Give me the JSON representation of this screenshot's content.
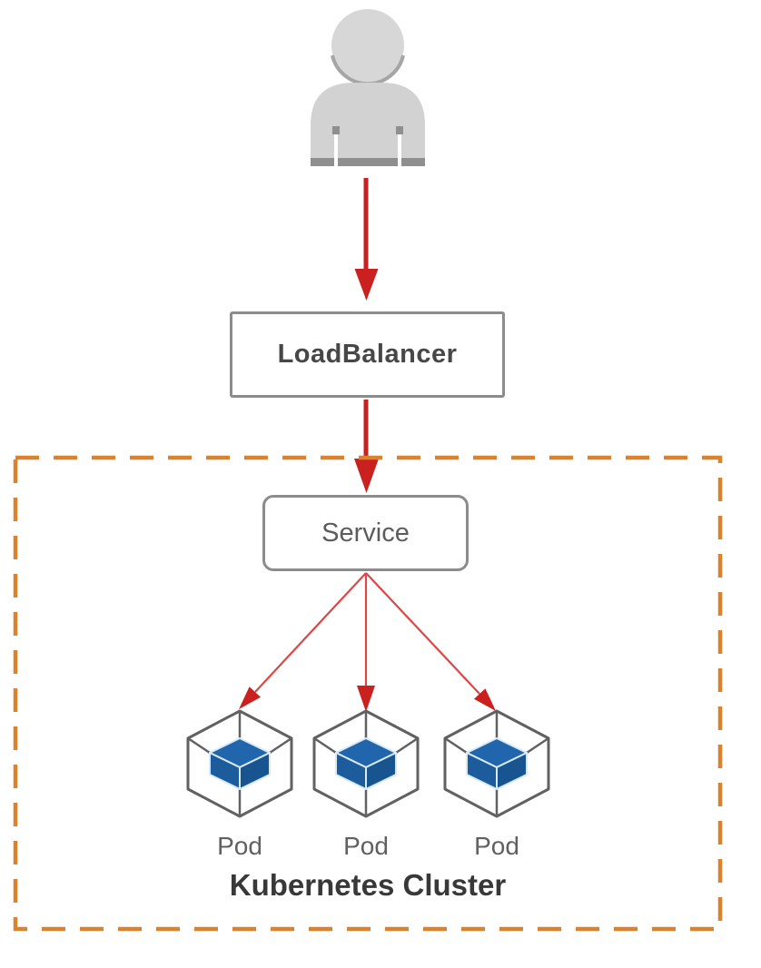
{
  "diagram": {
    "type": "architecture-flow",
    "nodes": {
      "user": {
        "icon": "user-icon"
      },
      "load_balancer": {
        "label": "LoadBalancer"
      },
      "service": {
        "label": "Service"
      },
      "pods": [
        {
          "label": "Pod",
          "icon": "pod-cube-icon"
        },
        {
          "label": "Pod",
          "icon": "pod-cube-icon"
        },
        {
          "label": "Pod",
          "icon": "pod-cube-icon"
        }
      ],
      "cluster": {
        "label": "Kubernetes Cluster"
      }
    },
    "edges": [
      {
        "from": "user",
        "to": "load_balancer",
        "style": "thick-red-arrow"
      },
      {
        "from": "load_balancer",
        "to": "service",
        "style": "thick-red-arrow"
      },
      {
        "from": "service",
        "to": "pod-1",
        "style": "thin-red-arrow"
      },
      {
        "from": "service",
        "to": "pod-2",
        "style": "thin-red-arrow"
      },
      {
        "from": "service",
        "to": "pod-3",
        "style": "thin-red-arrow"
      }
    ],
    "colors": {
      "arrow_red": "#cb2020",
      "fan_line_red": "#dd4747",
      "cluster_border_orange": "#d9832e",
      "box_border_gray": "#8c8c8c",
      "hexagon_gray": "#616161",
      "cube_blue_top": "#2166ac",
      "cube_blue_left": "#1d5c9c",
      "cube_blue_right": "#185590",
      "person_gray": "#d2d2d2",
      "person_dark_gray": "#8f8f8f"
    }
  }
}
